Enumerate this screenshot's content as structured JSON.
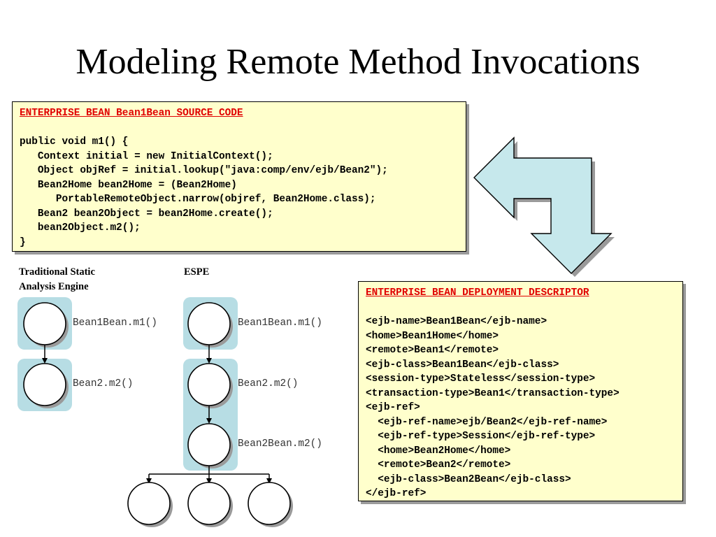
{
  "slide": {
    "title": "Modeling Remote Method Invocations"
  },
  "source_box": {
    "header": "ENTERPRISE BEAN Bean1Bean SOURCE CODE",
    "lines": [
      "",
      "public void m1() {",
      "   Context initial = new InitialContext();",
      "   Object objRef = initial.lookup(\"java:comp/env/ejb/Bean2\");",
      "   Bean2Home bean2Home = (Bean2Home)",
      "      PortableRemoteObject.narrow(objref, Bean2Home.class);",
      "   Bean2 bean2Object = bean2Home.create();",
      "   bean2Object.m2();",
      "}"
    ]
  },
  "descriptor_box": {
    "header": "ENTERPRISE BEAN DEPLOYMENT DESCRIPTOR",
    "lines": [
      "",
      "<ejb-name>Bean1Bean</ejb-name>",
      "<home>Bean1Home</home>",
      "<remote>Bean1</remote>",
      "<ejb-class>Bean1Bean</ejb-class>",
      "<session-type>Stateless</session-type>",
      "<transaction-type>Bean1</transaction-type>",
      "<ejb-ref>",
      "  <ejb-ref-name>ejb/Bean2</ejb-ref-name>",
      "  <ejb-ref-type>Session</ejb-ref-type>",
      "  <home>Bean2Home</home>",
      "  <remote>Bean2</remote>",
      "  <ejb-class>Bean2Bean</ejb-class>",
      "</ejb-ref>"
    ]
  },
  "traditional": {
    "heading_line1": "Traditional Static",
    "heading_line2": "Analysis Engine",
    "node1_label": "Bean1Bean.m1()",
    "node2_label": "Bean2.m2()"
  },
  "espe": {
    "heading": "ESPE",
    "node1_label": "Bean1Bean.m1()",
    "node2_label": "Bean2.m2()",
    "node3_label": "Bean2Bean.m2()"
  },
  "colors": {
    "box_fill": "#ffffcc",
    "header_red": "#e00000",
    "node_bg": "#b7dde4",
    "arrow_fill": "#c6e8ec",
    "shadow": "#9a9a9a"
  }
}
